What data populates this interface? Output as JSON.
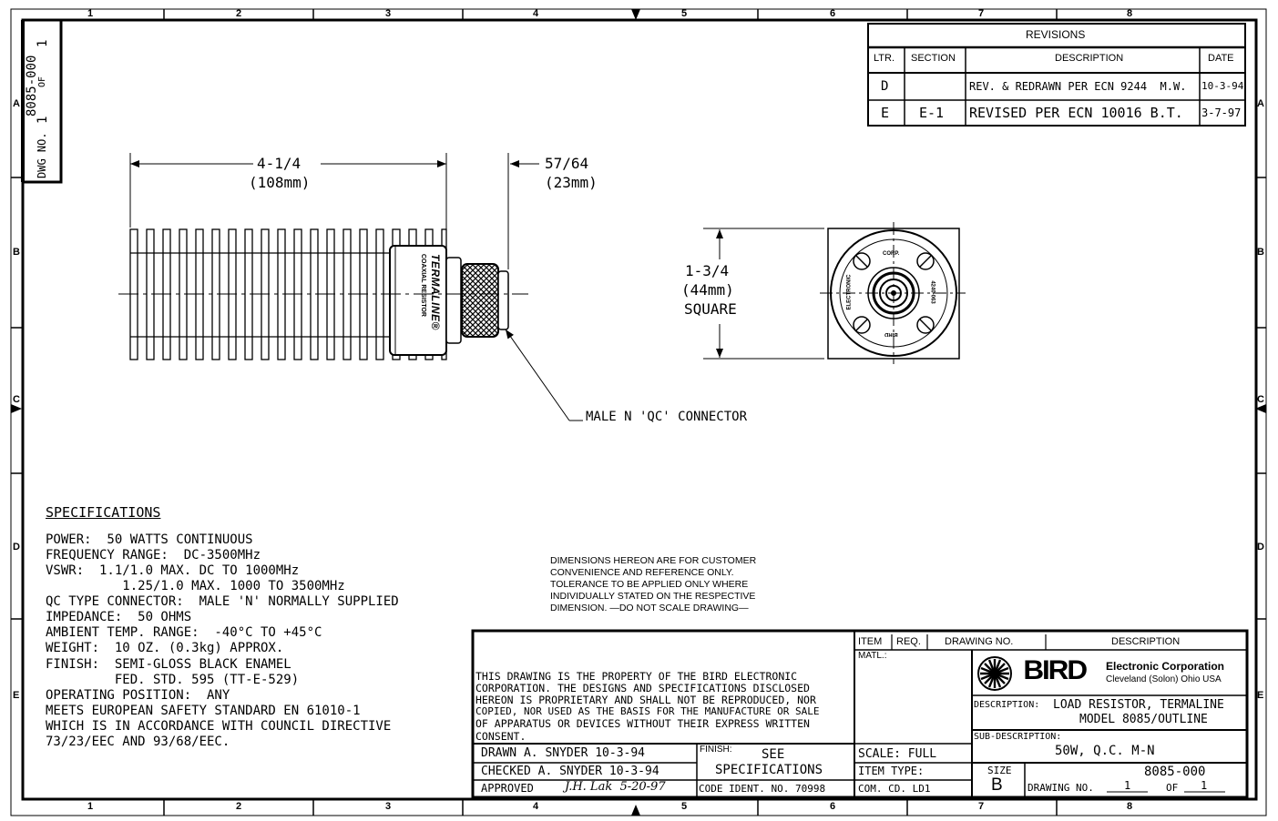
{
  "zones": {
    "top": [
      "1",
      "2",
      "3",
      "4",
      "5",
      "6",
      "7",
      "8"
    ],
    "side_left": [
      "A",
      "B",
      "C",
      "D",
      "E"
    ],
    "side_right": [
      "A",
      "B",
      "C",
      "D",
      "E"
    ]
  },
  "dwg_block": {
    "label": "DWG NO.",
    "number": "8085-000",
    "sheet": "1",
    "of_label": "OF",
    "of": "1"
  },
  "revisions": {
    "title": "REVISIONS",
    "headers": [
      "LTR.",
      "SECTION",
      "DESCRIPTION",
      "DATE"
    ],
    "rows": [
      {
        "ltr": "D",
        "section": "",
        "description": "REV. & REDRAWN PER ECN 9244  M.W.",
        "date": "10-3-94"
      },
      {
        "ltr": "E",
        "section": "E-1",
        "description": "REVISED PER ECN 10016 B.T.",
        "date": "3-7-97"
      }
    ]
  },
  "dimensions": {
    "length": "4-1/4",
    "length_mm": "(108mm)",
    "connector": "57/64",
    "connector_mm": "(23mm)",
    "square": "1-3/4",
    "square_mm": "(44mm)",
    "square_label": "SQUARE"
  },
  "body_label": {
    "line1": "TERMALINE®",
    "line2": "COAXIAL RESISTOR"
  },
  "end_view_labels": {
    "top": "CORP.",
    "left": "ELECTRONIC",
    "right": "4240-063",
    "bottom": "BIRD"
  },
  "connector_callout": "MALE N 'QC' CONNECTOR",
  "specifications": {
    "title": "SPECIFICATIONS",
    "lines": [
      "POWER:  50 WATTS CONTINUOUS",
      "FREQUENCY RANGE:  DC-3500MHz",
      "VSWR:  1.1/1.0 MAX. DC TO 1000MHz",
      "          1.25/1.0 MAX. 1000 TO 3500MHz",
      "QC TYPE CONNECTOR:  MALE 'N' NORMALLY SUPPLIED",
      "IMPEDANCE:  50 OHMS",
      "AMBIENT TEMP. RANGE:  -40°C TO +45°C",
      "WEIGHT:  10 OZ. (0.3kg) APPROX.",
      "FINISH:  SEMI-GLOSS BLACK ENAMEL",
      "         FED. STD. 595 (TT-E-529)",
      "OPERATING POSITION:  ANY",
      "MEETS EUROPEAN SAFETY STANDARD EN 61010-1",
      "WHICH IS IN ACCORDANCE WITH COUNCIL DIRECTIVE",
      "73/23/EEC AND 93/68/EEC."
    ]
  },
  "tolerance_note": [
    "DIMENSIONS HEREON ARE FOR CUSTOMER",
    "CONVENIENCE AND REFERENCE ONLY.",
    "TOLERANCE TO BE APPLIED ONLY WHERE",
    "INDIVIDUALLY STATED ON THE RESPECTIVE",
    "DIMENSION. —DO NOT SCALE DRAWING—"
  ],
  "title_block": {
    "property_note": [
      "THIS DRAWING IS THE PROPERTY OF THE BIRD ELECTRONIC",
      "CORPORATION. THE DESIGNS AND SPECIFICATIONS DISCLOSED",
      "HEREON IS PROPRIETARY AND SHALL NOT BE REPRODUCED, NOR",
      "COPIED, NOR USED AS THE BASIS FOR THE MANUFACTURE OR SALE",
      "OF APPARATUS OR DEVICES WITHOUT THEIR EXPRESS WRITTEN",
      "CONSENT."
    ],
    "drawn": "DRAWN A. SNYDER 10-3-94",
    "checked": "CHECKED A. SNYDER 10-3-94",
    "approved_label": "APPROVED",
    "approved_signature": "J.H. Lak  5-20-97",
    "finish_label": "FINISH:",
    "finish_value": "SEE",
    "finish_value2": "SPECIFICATIONS",
    "code_ident": "CODE IDENT. NO. 70998",
    "item_headers": [
      "ITEM",
      "REQ.",
      "DRAWING NO.",
      "DESCRIPTION"
    ],
    "matl_label": "MATL.:",
    "scale": "SCALE: FULL",
    "item_type": "ITEM TYPE:",
    "com_cd": "COM. CD. LD1",
    "company": {
      "logo": "BIRD",
      "name": "Electronic Corporation",
      "location": "Cleveland (Solon) Ohio USA"
    },
    "description_label": "DESCRIPTION:",
    "description_line1": "LOAD RESISTOR, TERMALINE",
    "description_line2": "MODEL 8085/OUTLINE",
    "subdescription_label": "SUB-DESCRIPTION:",
    "subdescription": "50W, Q.C. M-N",
    "size_label": "SIZE",
    "size": "B",
    "drawing_no": "8085-000",
    "drawing_no_label": "DRAWING NO.",
    "sheet": "1",
    "of_label": "OF",
    "of": "1"
  }
}
